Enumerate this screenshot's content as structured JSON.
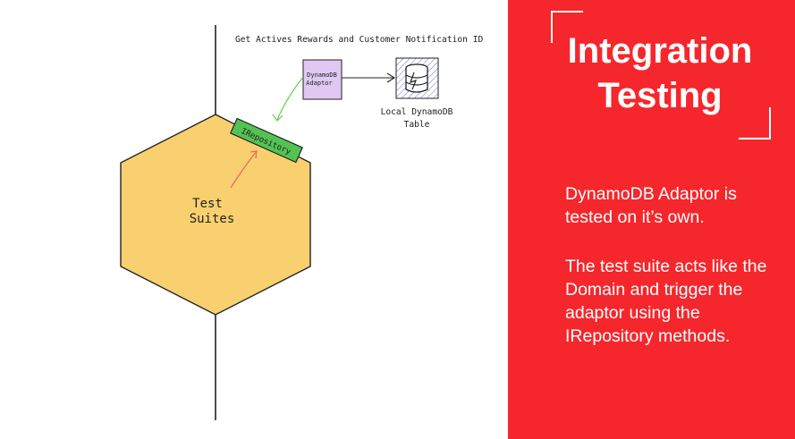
{
  "diagram": {
    "caption": "Get Actives Rewards and Customer Notification ID",
    "adaptor_label_line1": "DynamoDB",
    "adaptor_label_line2": "Adaptor",
    "db_label_line1": "Local DynamoDB",
    "db_label_line2": "Table",
    "repository_label": "IRepository",
    "hexagon_label_line1": "Test",
    "hexagon_label_line2": "Suites",
    "colors": {
      "hexagon_fill": "#f8d06f",
      "adaptor_fill": "#e0c8f3",
      "repository_fill": "#53c253",
      "green_arrow": "#5fd04a",
      "red_arrow": "#e8675e"
    },
    "icons": [
      "database-icon"
    ]
  },
  "panel": {
    "title_line1": "Integration",
    "title_line2": "Testing",
    "paragraph1": "DynamoDB Adaptor is tested on it’s own.",
    "paragraph2": "The test suite acts like the Domain and trigger the adaptor using the IRepository methods.",
    "background": "#f5272c"
  }
}
